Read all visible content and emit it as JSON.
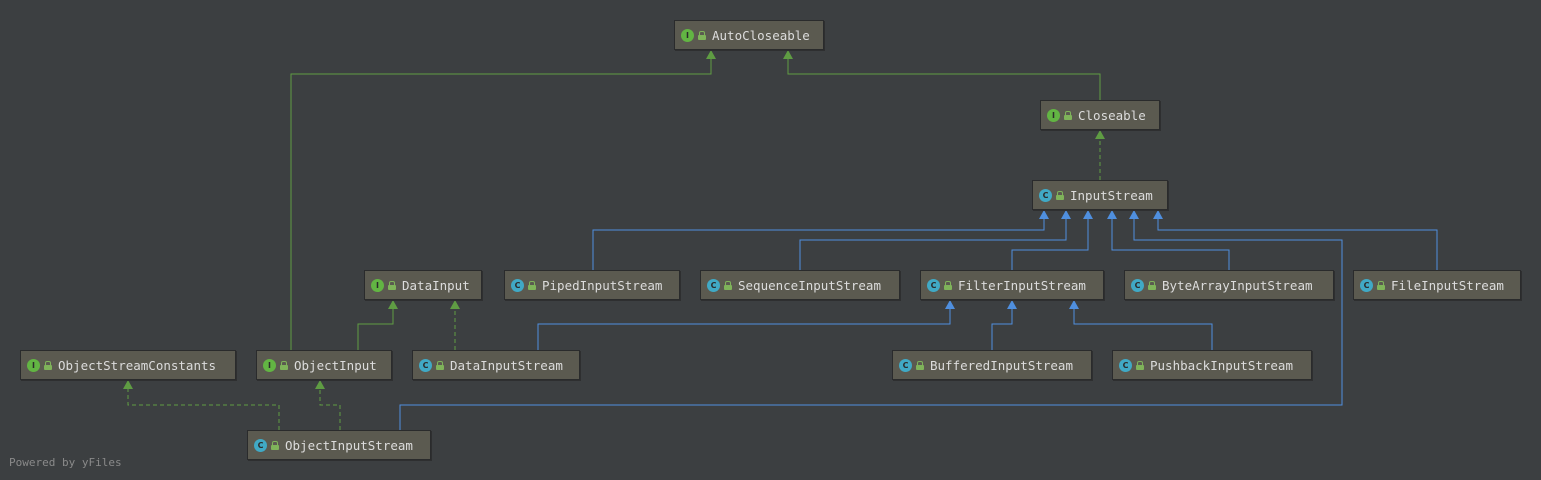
{
  "colors": {
    "background": "#3c3f41",
    "node_fill": "#5b5a50",
    "interface_badge": "#62b543",
    "class_badge": "#40a9c5",
    "interface_edge": "#5f9c43",
    "class_edge": "#4f8fde"
  },
  "diagram": {
    "nodes": [
      {
        "id": "AutoCloseable",
        "label": "AutoCloseable",
        "kind": "interface",
        "kind_letter": "I"
      },
      {
        "id": "Closeable",
        "label": "Closeable",
        "kind": "interface",
        "kind_letter": "I"
      },
      {
        "id": "InputStream",
        "label": "InputStream",
        "kind": "abstract-class",
        "kind_letter": "C"
      },
      {
        "id": "DataInput",
        "label": "DataInput",
        "kind": "interface",
        "kind_letter": "I"
      },
      {
        "id": "PipedInputStream",
        "label": "PipedInputStream",
        "kind": "class",
        "kind_letter": "C"
      },
      {
        "id": "SequenceInputStream",
        "label": "SequenceInputStream",
        "kind": "class",
        "kind_letter": "C"
      },
      {
        "id": "FilterInputStream",
        "label": "FilterInputStream",
        "kind": "class",
        "kind_letter": "C"
      },
      {
        "id": "ByteArrayInputStream",
        "label": "ByteArrayInputStream",
        "kind": "class",
        "kind_letter": "C"
      },
      {
        "id": "FileInputStream",
        "label": "FileInputStream",
        "kind": "class",
        "kind_letter": "C"
      },
      {
        "id": "ObjectStreamConstants",
        "label": "ObjectStreamConstants",
        "kind": "interface",
        "kind_letter": "I"
      },
      {
        "id": "ObjectInput",
        "label": "ObjectInput",
        "kind": "interface",
        "kind_letter": "I"
      },
      {
        "id": "DataInputStream",
        "label": "DataInputStream",
        "kind": "class",
        "kind_letter": "C"
      },
      {
        "id": "BufferedInputStream",
        "label": "BufferedInputStream",
        "kind": "class",
        "kind_letter": "C"
      },
      {
        "id": "PushbackInputStream",
        "label": "PushbackInputStream",
        "kind": "class",
        "kind_letter": "C"
      },
      {
        "id": "ObjectInputStream",
        "label": "ObjectInputStream",
        "kind": "class",
        "kind_letter": "C"
      }
    ],
    "edges": [
      {
        "from": "ObjectInput",
        "to": "AutoCloseable",
        "type": "interface-extends"
      },
      {
        "from": "Closeable",
        "to": "AutoCloseable",
        "type": "interface-extends"
      },
      {
        "from": "InputStream",
        "to": "Closeable",
        "type": "implements"
      },
      {
        "from": "PipedInputStream",
        "to": "InputStream",
        "type": "extends"
      },
      {
        "from": "SequenceInputStream",
        "to": "InputStream",
        "type": "extends"
      },
      {
        "from": "FilterInputStream",
        "to": "InputStream",
        "type": "extends"
      },
      {
        "from": "ByteArrayInputStream",
        "to": "InputStream",
        "type": "extends"
      },
      {
        "from": "ObjectInputStream",
        "to": "InputStream",
        "type": "extends"
      },
      {
        "from": "FileInputStream",
        "to": "InputStream",
        "type": "extends"
      },
      {
        "from": "ObjectInput",
        "to": "DataInput",
        "type": "interface-extends"
      },
      {
        "from": "DataInputStream",
        "to": "DataInput",
        "type": "implements"
      },
      {
        "from": "DataInputStream",
        "to": "FilterInputStream",
        "type": "extends"
      },
      {
        "from": "BufferedInputStream",
        "to": "FilterInputStream",
        "type": "extends"
      },
      {
        "from": "PushbackInputStream",
        "to": "FilterInputStream",
        "type": "extends"
      },
      {
        "from": "ObjectInputStream",
        "to": "ObjectStreamConstants",
        "type": "implements"
      },
      {
        "from": "ObjectInputStream",
        "to": "ObjectInput",
        "type": "implements"
      }
    ]
  },
  "footer": "Powered by yFiles"
}
